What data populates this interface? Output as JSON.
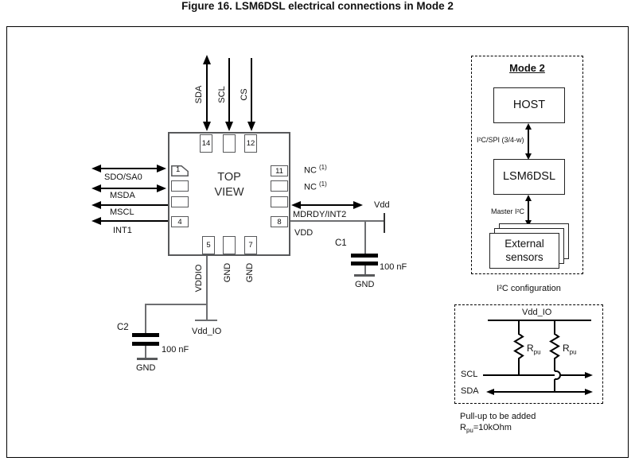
{
  "figure": {
    "title": "Figure 16. LSM6DSL electrical connections in Mode 2"
  },
  "chip": {
    "top_view_line1": "TOP",
    "top_view_line2": "VIEW",
    "pins": {
      "p1": "1",
      "p4": "4",
      "p5": "5",
      "p7": "7",
      "p8": "8",
      "p11": "11",
      "p12": "12",
      "p14": "14"
    }
  },
  "signals": {
    "top": [
      "SDA",
      "SCL",
      "CS"
    ],
    "left": [
      "SDO/SA0",
      "MSDA",
      "MSCL",
      "INT1"
    ],
    "right": {
      "nc": "NC",
      "nc_sup": "(1)",
      "mdrdy_int2": "MDRDY/INT2",
      "vdd_pin": "VDD",
      "vdd_rail": "Vdd"
    },
    "bottom": {
      "vddio": "VDDIO",
      "gnd_a": "GND",
      "gnd_b": "GND",
      "vdd_io_rail": "Vdd_IO"
    }
  },
  "capacitors": {
    "c1": {
      "name": "C1",
      "value": "100 nF",
      "gnd": "GND"
    },
    "c2": {
      "name": "C2",
      "value": "100 nF",
      "gnd": "GND"
    }
  },
  "mode2_panel": {
    "title": "Mode 2",
    "host_label": "HOST",
    "host_bus_label": "I²C/SPI (3/4-w)",
    "chip_label": "LSM6DSL",
    "master_bus_label": "Master I²C",
    "sensors_line1": "External",
    "sensors_line2": "sensors"
  },
  "i2c_panel": {
    "caption": "I²C configuration",
    "rail_label": "Vdd_IO",
    "resistor_label": "R",
    "resistor_sub": "pu",
    "scl_label": "SCL",
    "sda_label": "SDA",
    "note_line1": "Pull-up to be added",
    "note_r": "R",
    "note_r_sub": "pu",
    "note_rest": "=10kOhm"
  }
}
